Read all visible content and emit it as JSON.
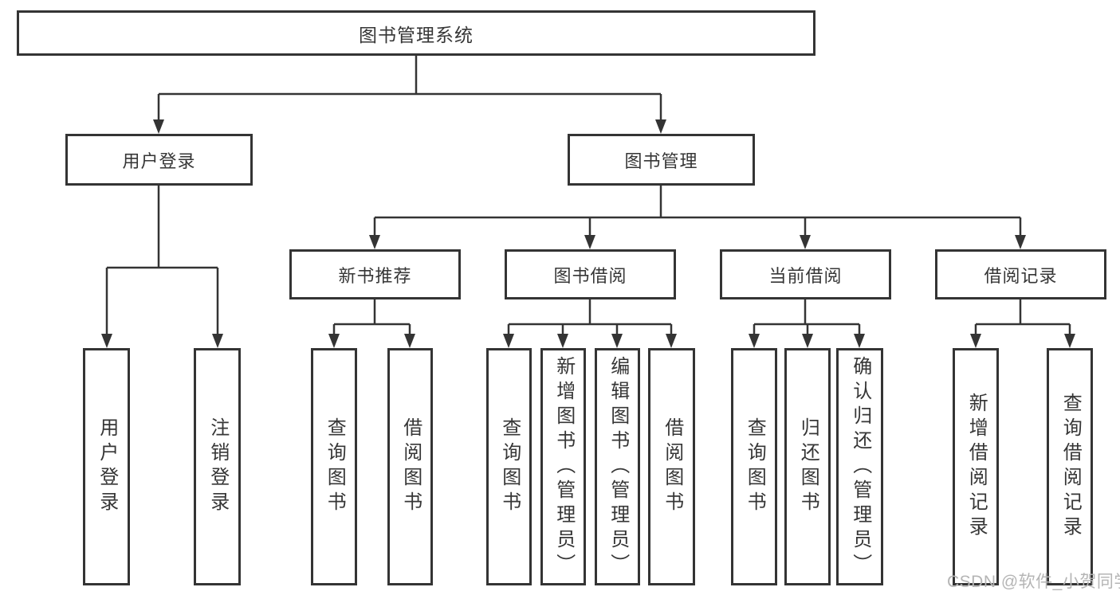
{
  "diagram": {
    "root": {
      "label": "图书管理系统"
    },
    "branches": [
      {
        "label": "用户登录",
        "children": [
          {
            "label": "用户登录"
          },
          {
            "label": "注销登录"
          }
        ]
      },
      {
        "label": "图书管理",
        "children": [
          {
            "label": "新书推荐",
            "children": [
              {
                "label": "查询图书"
              },
              {
                "label": "借阅图书"
              }
            ]
          },
          {
            "label": "图书借阅",
            "children": [
              {
                "label": "查询图书"
              },
              {
                "label": "新增图书（管理员）"
              },
              {
                "label": "编辑图书（管理员）"
              },
              {
                "label": "借阅图书"
              }
            ]
          },
          {
            "label": "当前借阅",
            "children": [
              {
                "label": "查询图书"
              },
              {
                "label": "归还图书"
              },
              {
                "label": "确认归还（管理员）"
              }
            ]
          },
          {
            "label": "借阅记录",
            "children": [
              {
                "label": "新增借阅记录"
              },
              {
                "label": "查询借阅记录"
              }
            ]
          }
        ]
      }
    ]
  },
  "watermark": {
    "text": "CSDN @软件_小贺同学"
  },
  "colors": {
    "line": "#343434",
    "text": "#363636",
    "box_background": "#ffffff",
    "page_background": "#ffffff",
    "watermark": "#b5b5b5"
  }
}
